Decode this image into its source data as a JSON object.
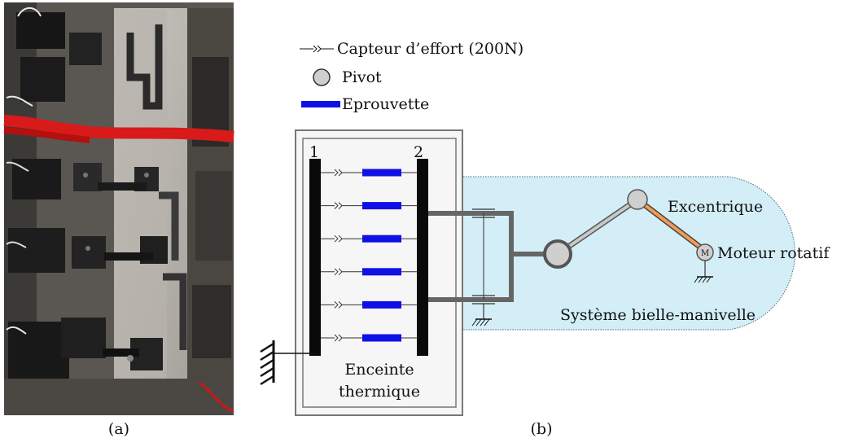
{
  "figure": {
    "panel_a_caption": "(a)",
    "panel_b_caption": "(b)"
  },
  "photo": {
    "description_icon": "photo-of-test-rig"
  },
  "legend": {
    "sensor_label": "Capteur d’effort (200N)",
    "pivot_label": "Pivot",
    "specimen_label": "Eprouvette"
  },
  "diagram": {
    "bar1_number": "1",
    "bar2_number": "2",
    "chamber_label_line1": "Enceinte",
    "chamber_label_line2": "thermique",
    "eccentric_label": "Excentrique",
    "motor_label": "Moteur rotatif",
    "motor_symbol": "M",
    "system_label": "Système bielle-manivelle",
    "specimen_rows": 6
  },
  "colors": {
    "specimen": "#1010e6",
    "system_zone": "#d4eef7",
    "eccentric_arm": "#f39a55",
    "rod": "#c8c8c8",
    "pivot": "#cfcfcf",
    "frame": "#777777"
  }
}
